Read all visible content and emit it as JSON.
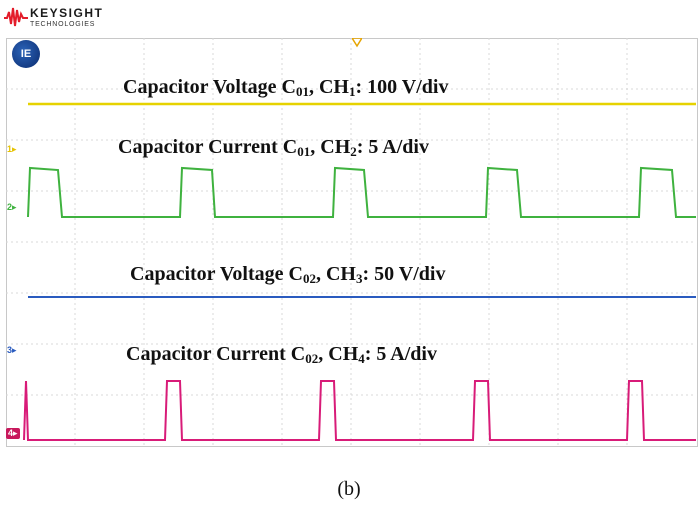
{
  "brand": {
    "name": "KEYSIGHT",
    "sub": "TECHNOLOGIES",
    "wave_color": "#e31d2b"
  },
  "scope": {
    "badge_text": "IE",
    "channel_markers": [
      "1",
      "2",
      "3",
      "4"
    ],
    "trace_colors": {
      "ch1": "#e6d200",
      "ch2": "#3fb23f",
      "ch3": "#2a5bbf",
      "ch4": "#d81b78"
    },
    "grid_divisions": {
      "x": 10,
      "y": 8
    }
  },
  "labels": {
    "ch1": {
      "pre": "Capacitor Voltage C",
      "sub": "01",
      "mid": ", CH",
      "chsub": "1",
      "post": ": 100 V/div"
    },
    "ch2": {
      "pre": "Capacitor Current C",
      "sub": "01",
      "mid": ", CH",
      "chsub": "2",
      "post": ": 5 A/div"
    },
    "ch3": {
      "pre": "Capacitor Voltage C",
      "sub": "02",
      "mid": ", CH",
      "chsub": "3",
      "post": ": 50 V/div"
    },
    "ch4": {
      "pre": "Capacitor Current C",
      "sub": "02",
      "mid": ", CH",
      "chsub": "4",
      "post": ": 5 A/div"
    }
  },
  "caption": "(b)"
}
